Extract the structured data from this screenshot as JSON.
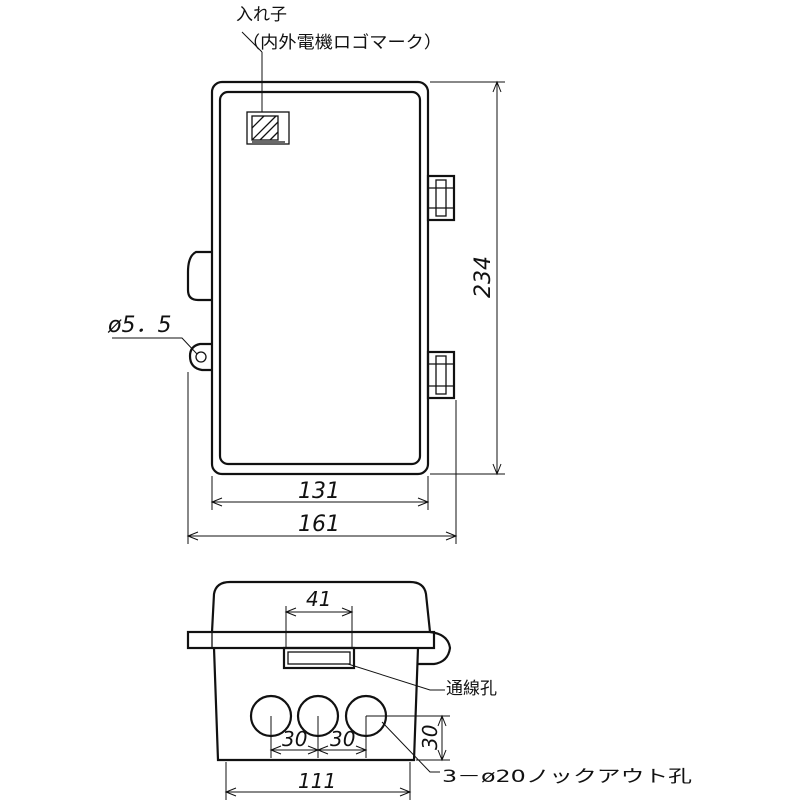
{
  "labels": {
    "insert_title": "入れ子",
    "insert_sub": "（内外電機ロゴマーク）",
    "hole_dia": "ø5．5",
    "wire_hole": "通線孔",
    "knockout": "3－ø20ノックアウト孔"
  },
  "dimensions": {
    "height": "234",
    "inner_width": "131",
    "outer_width": "161",
    "cover_opening": "41",
    "pitch_1": "30",
    "pitch_2": "30",
    "vertical_offset": "30",
    "base_width": "111"
  }
}
